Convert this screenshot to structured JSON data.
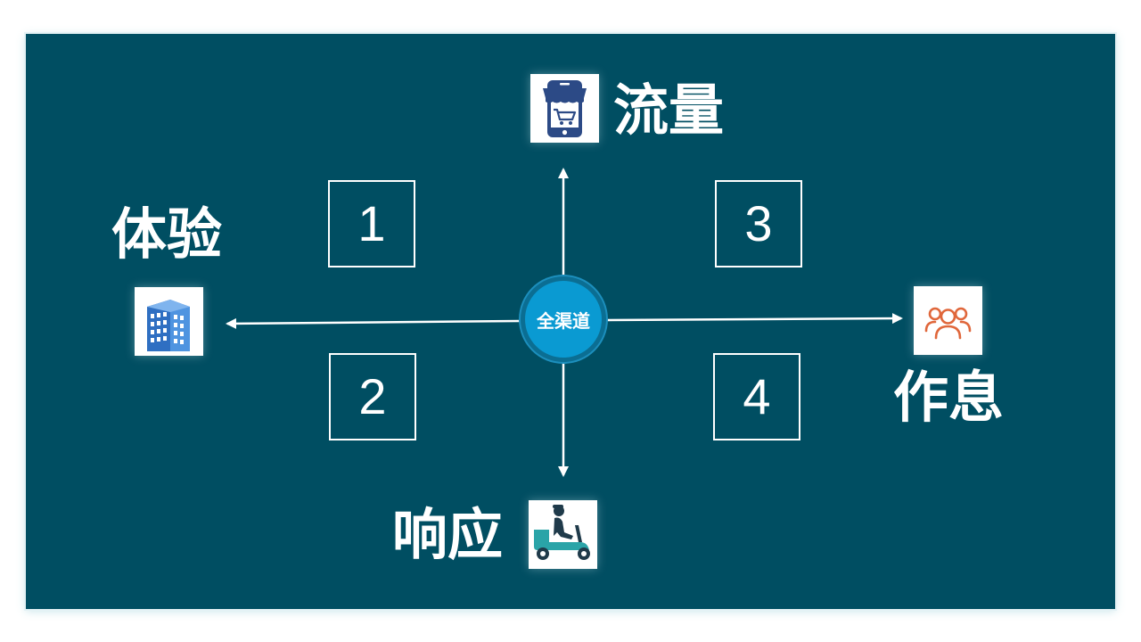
{
  "center": {
    "label": "全渠道"
  },
  "axes": {
    "top": {
      "label": "流量",
      "icon": "mobile-shop-cart-icon"
    },
    "bottom": {
      "label": "响应",
      "icon": "delivery-scooter-icon"
    },
    "left": {
      "label": "体验",
      "icon": "office-building-icon"
    },
    "right": {
      "label": "作息",
      "icon": "user-group-icon"
    }
  },
  "quadrants": [
    {
      "number": "1"
    },
    {
      "number": "2"
    },
    {
      "number": "3"
    },
    {
      "number": "4"
    }
  ],
  "colors": {
    "background": "#004e62",
    "foreground": "#ffffff",
    "center_fill": "#0a9ad2",
    "icon_blue": "#2f6fc2",
    "icon_orange": "#e0673b",
    "icon_navy": "#2c4a86"
  }
}
